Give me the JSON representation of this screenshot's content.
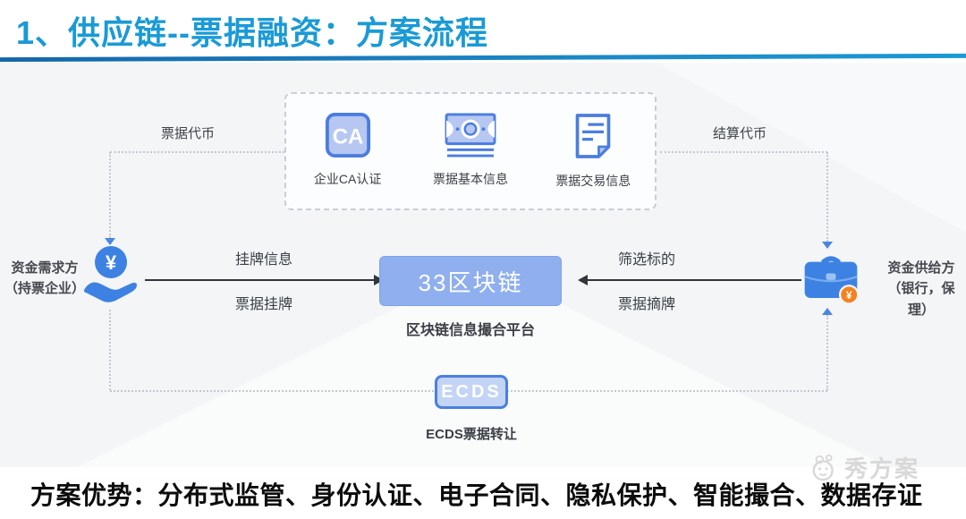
{
  "header": {
    "title": "1、供应链--票据融资：方案流程"
  },
  "platform_box": {
    "items": [
      {
        "icon": "ca-badge-icon",
        "icon_text": "CA",
        "label": "企业CA认证"
      },
      {
        "icon": "banknote-icon",
        "label": "票据基本信息"
      },
      {
        "icon": "document-icon",
        "label": "票据交易信息"
      }
    ]
  },
  "top_labels": {
    "left": "票据代币",
    "right": "结算代币"
  },
  "left_party": {
    "name": "资金需求方",
    "sub": "（持票企业）"
  },
  "right_party": {
    "name": "资金供给方",
    "sub": "（银行，保理）"
  },
  "flows": {
    "left_top": "挂牌信息",
    "left_bottom": "票据挂牌",
    "right_top": "筛选标的",
    "right_bottom": "票据摘牌"
  },
  "center": {
    "box_label": "33区块链",
    "caption": "区块链信息撮合平台"
  },
  "ecds": {
    "box_label": "ECDS",
    "caption": "ECDS票据转让"
  },
  "footer": {
    "text": "方案优势：分布式监管、身份认证、电子合同、隐私保护、智能撮合、数据存证"
  },
  "watermark": {
    "text": "秀方案"
  },
  "icons": {
    "yuan": "¥"
  },
  "colors": {
    "title_blue": "#1a9ad6",
    "rule_blue": "#1b85c4",
    "icon_blue": "#3d82e2",
    "icon_fill_light": "#b6c7f1",
    "icon_stroke": "#4a7de0",
    "chain_box_fill": "#8fafee",
    "ecds_fill": "#c3d4f6",
    "ecds_border": "#4a80e0",
    "badge_orange": "#f58220",
    "dash_gray": "#c3c8cf",
    "canvas_gray": "#f3f5f7"
  }
}
